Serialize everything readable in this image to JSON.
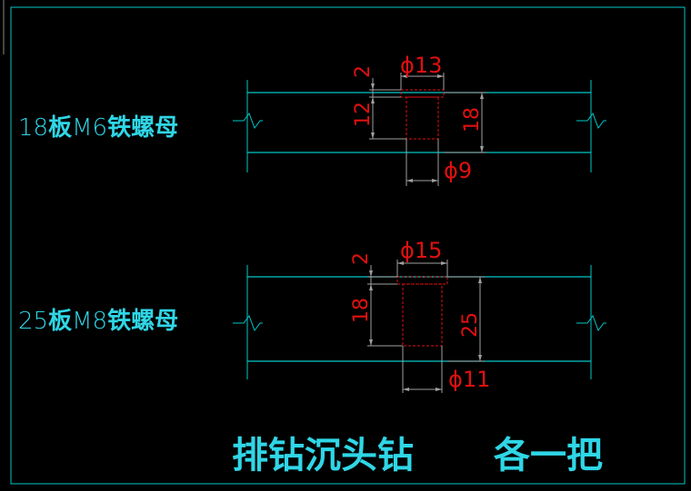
{
  "colors": {
    "background": "#000000",
    "board": "#00c8c8",
    "label": "#2fd6e6",
    "hole": "#e01010",
    "dimension_line": "#a0a0a0"
  },
  "details": [
    {
      "label_thickness": "18",
      "label_board": "板",
      "label_spec": "M6",
      "label_nut": "铁螺母",
      "counterbore_diameter": "ϕ13",
      "counterbore_depth": "2",
      "hole_depth": "12",
      "board_thickness": "18",
      "pilot_diameter": "ϕ9"
    },
    {
      "label_thickness": "25",
      "label_board": "板",
      "label_spec": "M8",
      "label_nut": "铁螺母",
      "counterbore_diameter": "ϕ15",
      "counterbore_depth": "2",
      "hole_depth": "18",
      "board_thickness": "25",
      "pilot_diameter": "ϕ11"
    }
  ],
  "caption": {
    "tool": "排钻沉头钻",
    "quantity": "各一把"
  }
}
